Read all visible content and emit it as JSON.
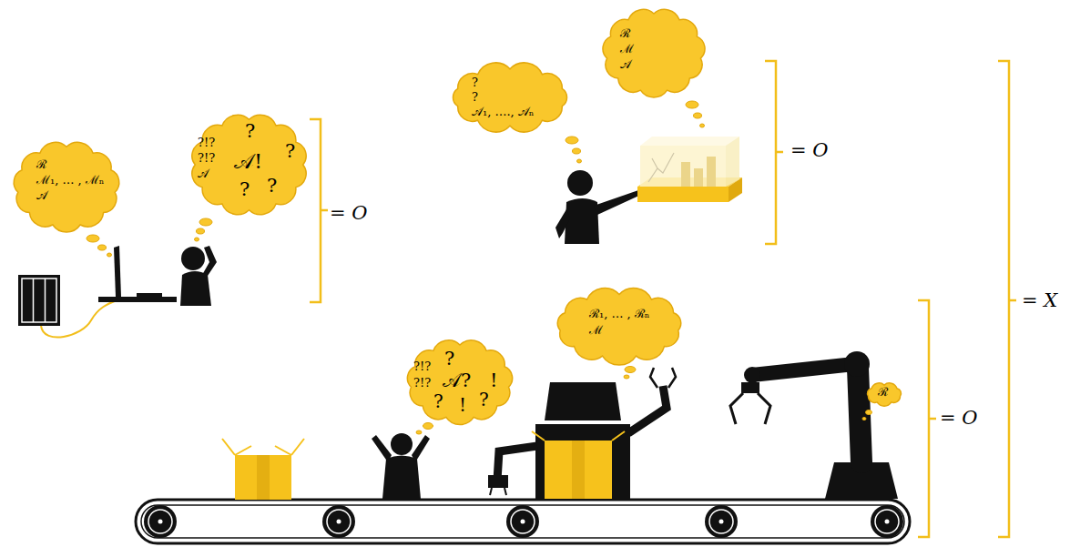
{
  "diagram": {
    "nodes": [
      {
        "text": [
          "ℛ",
          "ℳ₁, … , ℳₙ",
          "𝒜"
        ]
      },
      {
        "text": [
          "?!?",
          "?!?",
          "𝒜",
          "?",
          "𝒜!",
          "?",
          "?",
          "?"
        ]
      },
      {
        "text": [
          "?",
          "?",
          "𝒜₁, …., 𝒜ₙ"
        ]
      },
      {
        "text": [
          "ℛ",
          "ℳ",
          "𝒜"
        ]
      },
      {
        "text": [
          "?!?",
          "?",
          "?!?",
          "𝒜?",
          "!",
          "?",
          "!",
          "?"
        ]
      },
      {
        "text": [
          "ℛ₁, … , ℛₙ",
          "ℳ"
        ]
      },
      {
        "text": [
          "ℛ"
        ]
      }
    ],
    "labels": [
      "= O",
      "= O",
      "= O",
      "= X"
    ]
  }
}
